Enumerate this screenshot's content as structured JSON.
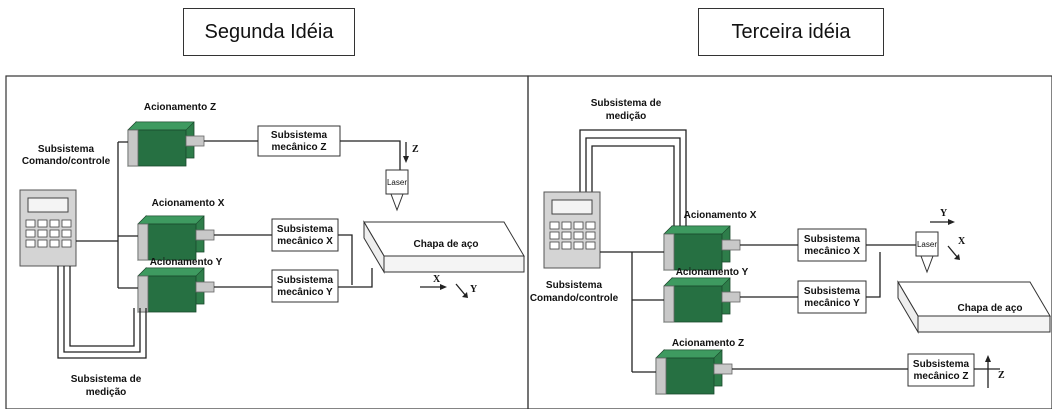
{
  "left": {
    "title": "Segunda Idéia",
    "controller_label": [
      "Subsistema",
      "Comando/controle"
    ],
    "actuator_z": "Acionamento Z",
    "actuator_x": "Acionamento X",
    "actuator_y": "Acionamento Y",
    "mech_z": [
      "Subsistema",
      "mecânico Z"
    ],
    "mech_x": [
      "Subsistema",
      "mecânico X"
    ],
    "mech_y": [
      "Subsistema",
      "mecânico Y"
    ],
    "laser": "Laser",
    "plate": "Chapa de aço",
    "measure": [
      "Subsistema de",
      "medição"
    ],
    "axis_z": "Z",
    "axis_x": "X",
    "axis_y": "Y"
  },
  "right": {
    "title": "Terceira idéia",
    "controller_label": [
      "Subsistema",
      "Comando/controle"
    ],
    "actuator_x": "Acionamento X",
    "actuator_y": "Acionamento Y",
    "actuator_z": "Acionamento Z",
    "mech_x": [
      "Subsistema",
      "mecânico X"
    ],
    "mech_y": [
      "Subsistema",
      "mecânico Y"
    ],
    "mech_z": [
      "Subsistema",
      "mecânico Z"
    ],
    "laser": "Laser",
    "plate": "Chapa de aço",
    "measure": [
      "Subsistema de",
      "medição"
    ],
    "axis_z": "Z",
    "axis_x": "X",
    "axis_y": "Y"
  },
  "colors": {
    "motor_green": "#2e7d4a",
    "motor_dark": "#1f5a34",
    "motor_top": "#3e9a60",
    "housing": "#c8c8c8"
  }
}
